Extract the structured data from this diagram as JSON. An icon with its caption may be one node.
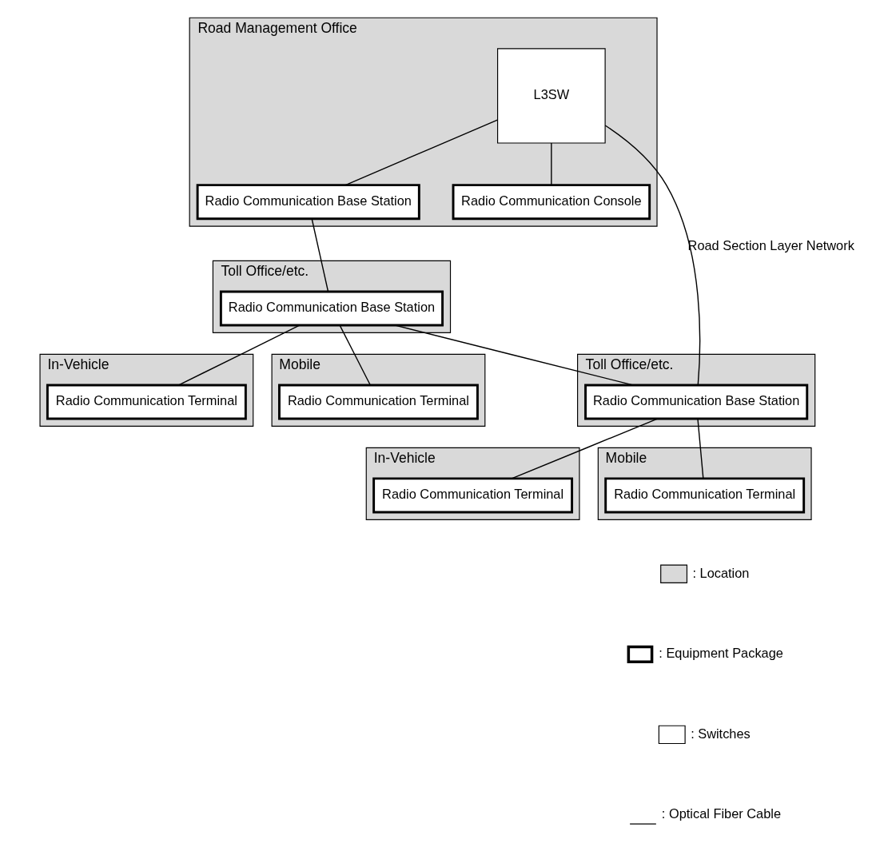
{
  "diagram": {
    "nodes": [
      {
        "text": [
          "Road Management Office"
        ]
      },
      {
        "text": [
          "L3SW"
        ],
        "in": 0
      },
      {
        "text": [
          "Radio Communication Base Station"
        ],
        "in": 0
      },
      {
        "text": [
          "Radio Communication Console"
        ],
        "in": 0
      },
      {
        "text": [
          "Toll Office/etc."
        ]
      },
      {
        "text": [
          "Radio Communication Base Station"
        ],
        "in": 4
      },
      {
        "text": [
          "Toll Office/etc."
        ]
      },
      {
        "text": [
          "Radio Communication Base Station"
        ],
        "in": 6
      },
      {
        "text": [
          "In-Vehicle"
        ]
      },
      {
        "text": [
          "Radio Communication Terminal"
        ],
        "in": 8
      },
      {
        "text": [
          "In-Vehicle"
        ]
      },
      {
        "text": [
          "Radio Communication Terminal"
        ],
        "in": 10
      },
      {
        "text": [
          "Mobile"
        ]
      },
      {
        "text": [
          "Radio Communication Terminal"
        ],
        "in": 12
      },
      {
        "text": [
          "Mobile"
        ]
      },
      {
        "text": [
          "Radio Communication Terminal"
        ],
        "in": 14
      }
    ],
    "edges": [
      {
        "from": 1,
        "to": 7,
        "arrow": "none",
        "label": "Road Section Layer Network"
      },
      {
        "from": 1,
        "to": 2,
        "arrow": "none"
      },
      {
        "from": 1,
        "to": 3,
        "arrow": "none"
      },
      {
        "from": 2,
        "to": 5,
        "arrow": "none"
      },
      {
        "from": 5,
        "to": 7,
        "arrow": "none"
      },
      {
        "from": 5,
        "to": 9,
        "arrow": "none"
      },
      {
        "from": 5,
        "to": 13,
        "arrow": "none"
      },
      {
        "from": 7,
        "to": 11,
        "arrow": "none"
      },
      {
        "from": 7,
        "to": 15,
        "arrow": "none"
      }
    ],
    "legend": [
      {
        "text": ": Location",
        "color": "#d9d9d9"
      },
      {
        "text": ": Equipment Package"
      },
      {
        "text": ": Switches"
      },
      {
        "text": ": Optical Fiber Cable"
      }
    ]
  }
}
